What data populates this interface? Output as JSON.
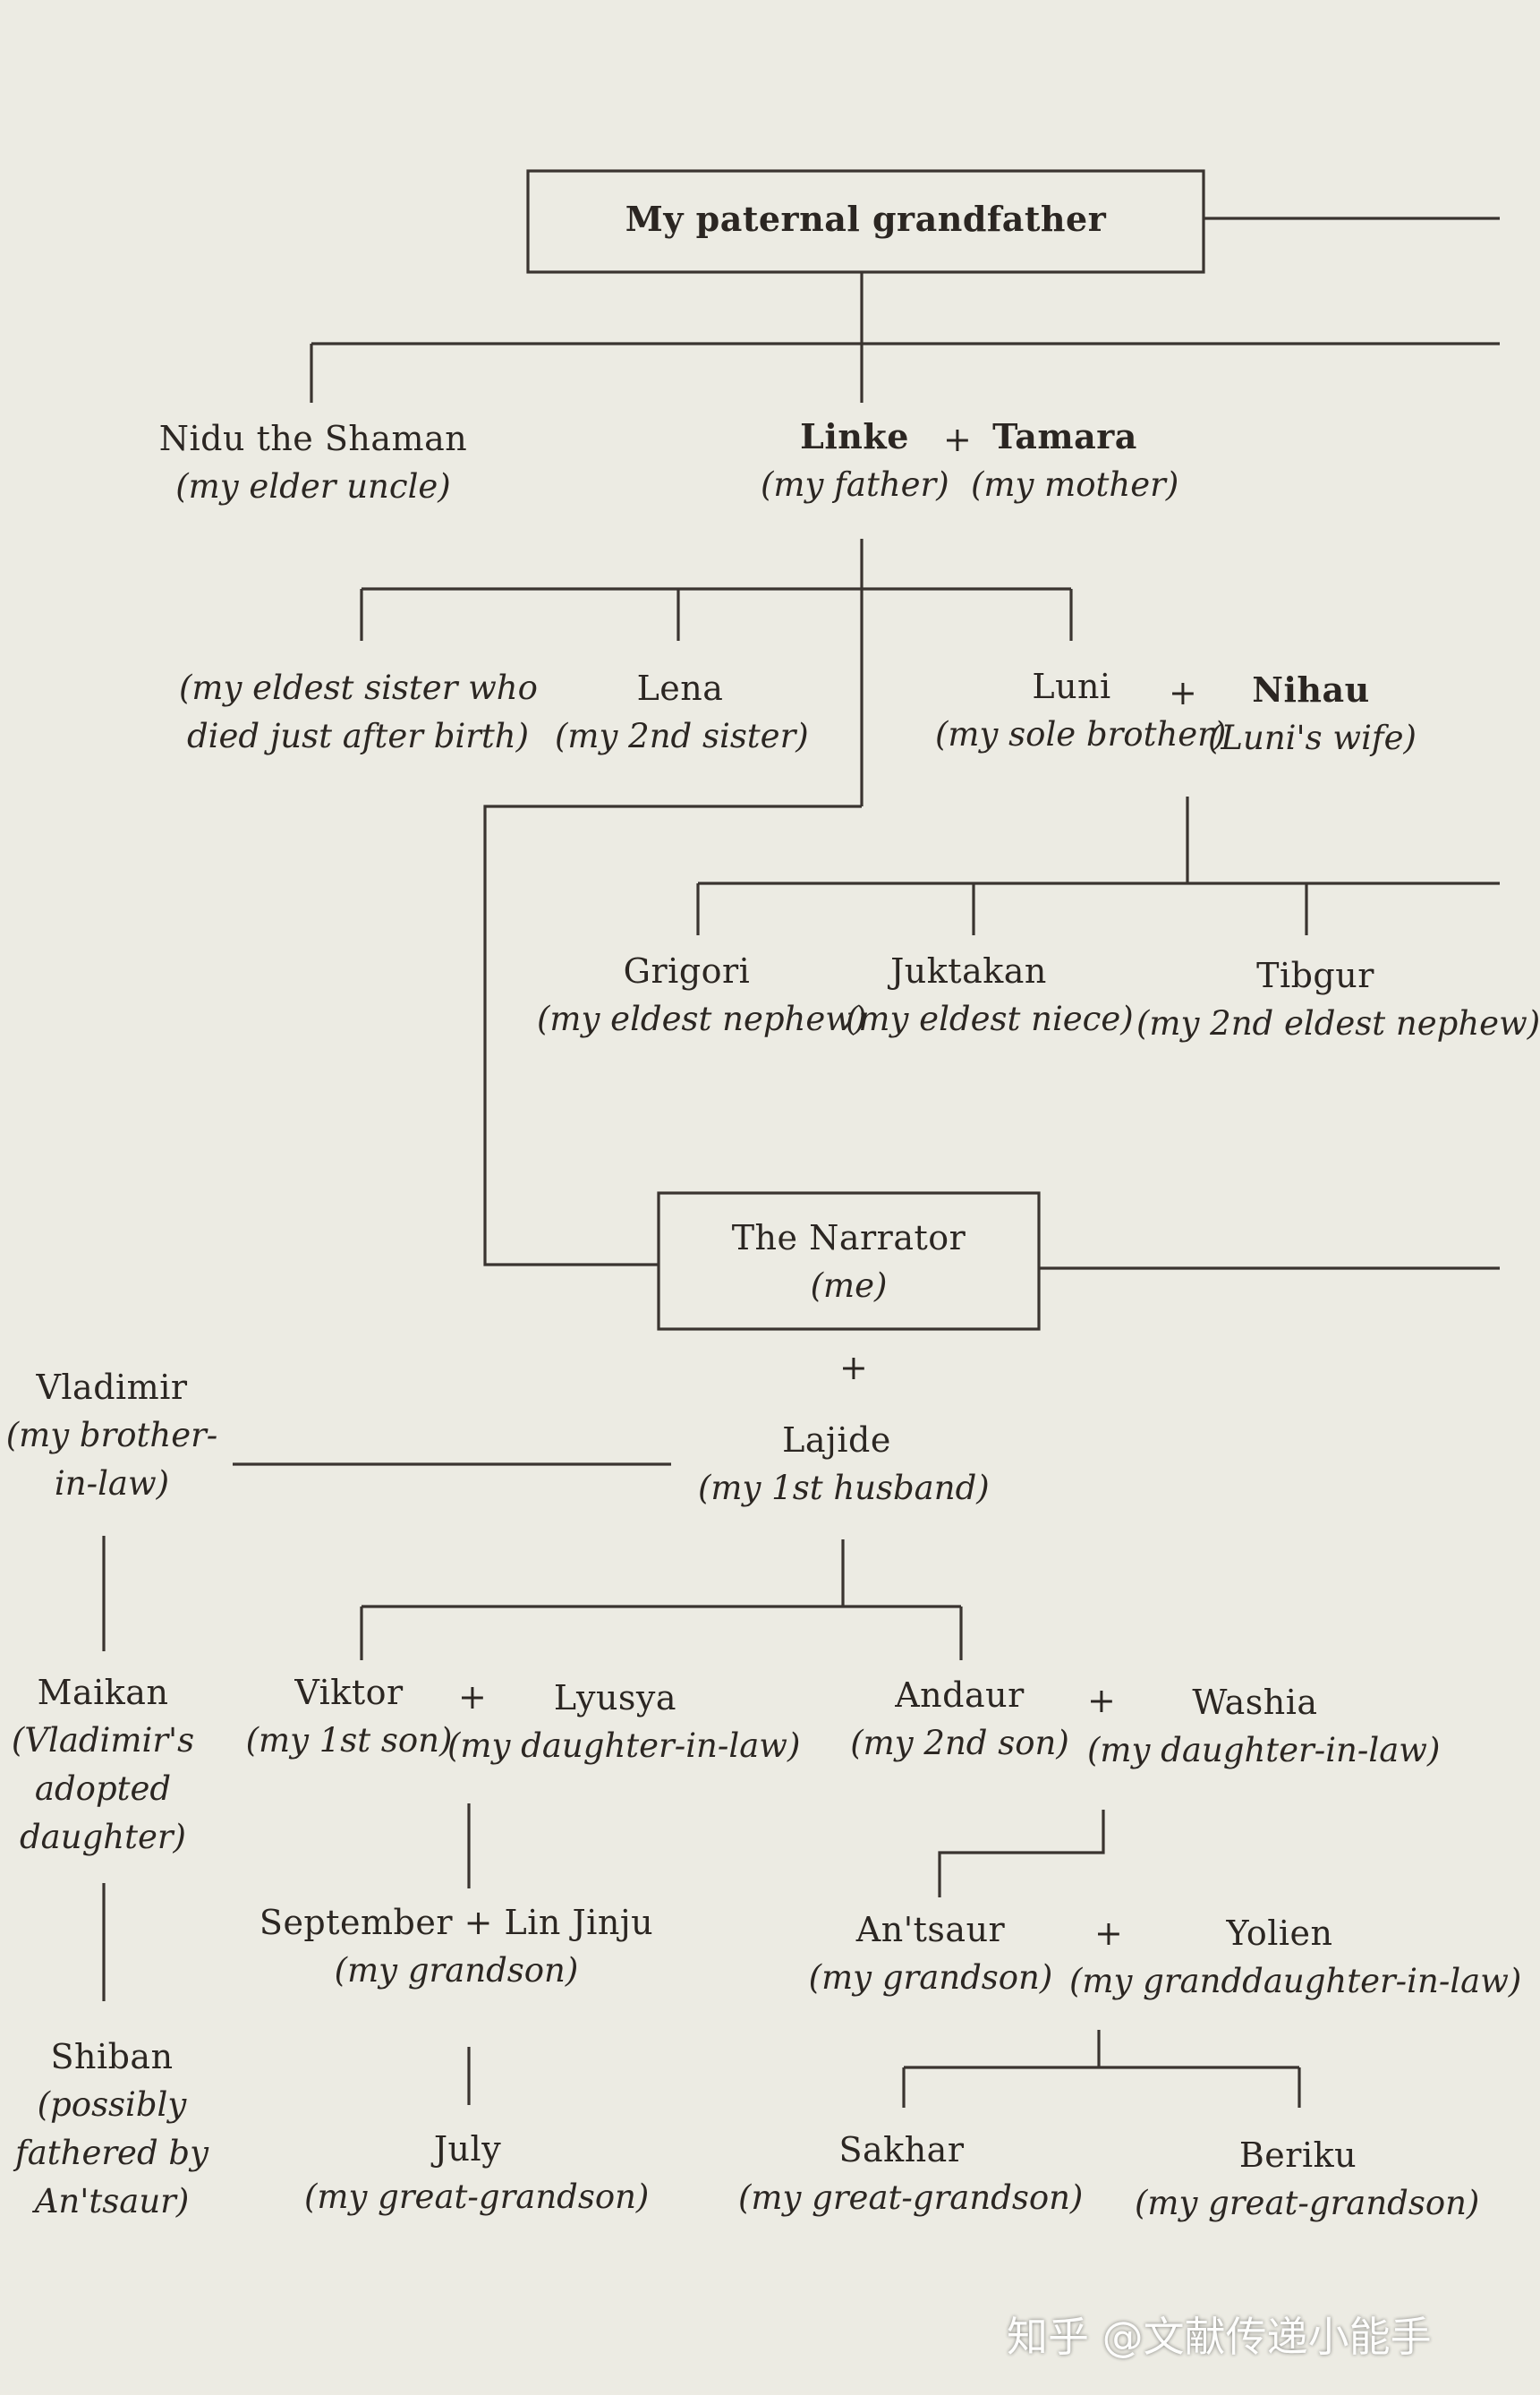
{
  "chart_data": {
    "type": "family-tree",
    "nodes": {
      "grandfather": {
        "name": "My paternal grandfather"
      },
      "nidu": {
        "name": "Nidu the Shaman",
        "role": "(my elder uncle)"
      },
      "linke": {
        "name": "Linke",
        "role": "(my father)"
      },
      "tamara": {
        "name": "Tamara",
        "role": "(my mother)"
      },
      "eldest_sister": {
        "line1": "(my eldest sister who",
        "line2": "died just after birth)"
      },
      "lena": {
        "name": "Lena",
        "role": "(my 2nd sister)"
      },
      "luni": {
        "name": "Luni",
        "role": "(my sole brother)"
      },
      "nihau": {
        "name": "Nihau",
        "role": "(Luni's wife)"
      },
      "grigori": {
        "name": "Grigori",
        "role": "(my eldest nephew)"
      },
      "juktakan": {
        "name": "Juktakan",
        "role": "(my eldest niece)"
      },
      "tibgur": {
        "name": "Tibgur",
        "role": "(my 2nd eldest nephew)"
      },
      "narrator": {
        "name": "The Narrator",
        "role": "(me)"
      },
      "lajide": {
        "name": "Lajide",
        "role": "(my 1st husband)"
      },
      "vladimir": {
        "name": "Vladimir",
        "role1": "(my brother-",
        "role2": "in-law)"
      },
      "maikan": {
        "name": "Maikan",
        "role1": "(Vladimir's",
        "role2": "adopted",
        "role3": "daughter)"
      },
      "shiban": {
        "name": "Shiban",
        "role1": "(possibly",
        "role2": "fathered by",
        "role3": "An'tsaur)"
      },
      "viktor": {
        "name": "Viktor",
        "role": "(my 1st son)"
      },
      "lyusya": {
        "name": "Lyusya",
        "role": "(my daughter-in-law)"
      },
      "andaur": {
        "name": "Andaur",
        "role": "(my 2nd son)"
      },
      "washia": {
        "name": "Washia",
        "role": "(my daughter-in-law)"
      },
      "september": {
        "name": "September + Lin Jinju",
        "role": "(my grandson)"
      },
      "antsaur": {
        "name": "An'tsaur",
        "role": "(my grandson)"
      },
      "yolien": {
        "name": "Yolien",
        "role": "(my granddaughter-in-law)"
      },
      "july": {
        "name": "July",
        "role": "(my great-grandson)"
      },
      "sakhar": {
        "name": "Sakhar",
        "role": "(my great-grandson)"
      },
      "beriku": {
        "name": "Beriku",
        "role": "(my great-grandson)"
      }
    },
    "marriage_symbol": "+",
    "edges": [
      [
        "grandfather",
        "nidu"
      ],
      [
        "grandfather",
        "linke"
      ],
      [
        "linke+tamara",
        "eldest_sister"
      ],
      [
        "linke+tamara",
        "lena"
      ],
      [
        "linke+tamara",
        "luni"
      ],
      [
        "linke+tamara",
        "narrator"
      ],
      [
        "luni+nihau",
        "grigori"
      ],
      [
        "luni+nihau",
        "juktakan"
      ],
      [
        "luni+nihau",
        "tibgur"
      ],
      [
        "narrator+lajide",
        "viktor"
      ],
      [
        "narrator+lajide",
        "andaur"
      ],
      [
        "vladimir",
        "maikan"
      ],
      [
        "maikan",
        "shiban"
      ],
      [
        "vladimir",
        "lajide"
      ],
      [
        "viktor+lyusya",
        "september"
      ],
      [
        "september",
        "july"
      ],
      [
        "andaur+washia",
        "antsaur"
      ],
      [
        "antsaur+yolien",
        "sakhar"
      ],
      [
        "antsaur+yolien",
        "beriku"
      ]
    ]
  },
  "watermark": "知乎 @文献传递小能手"
}
